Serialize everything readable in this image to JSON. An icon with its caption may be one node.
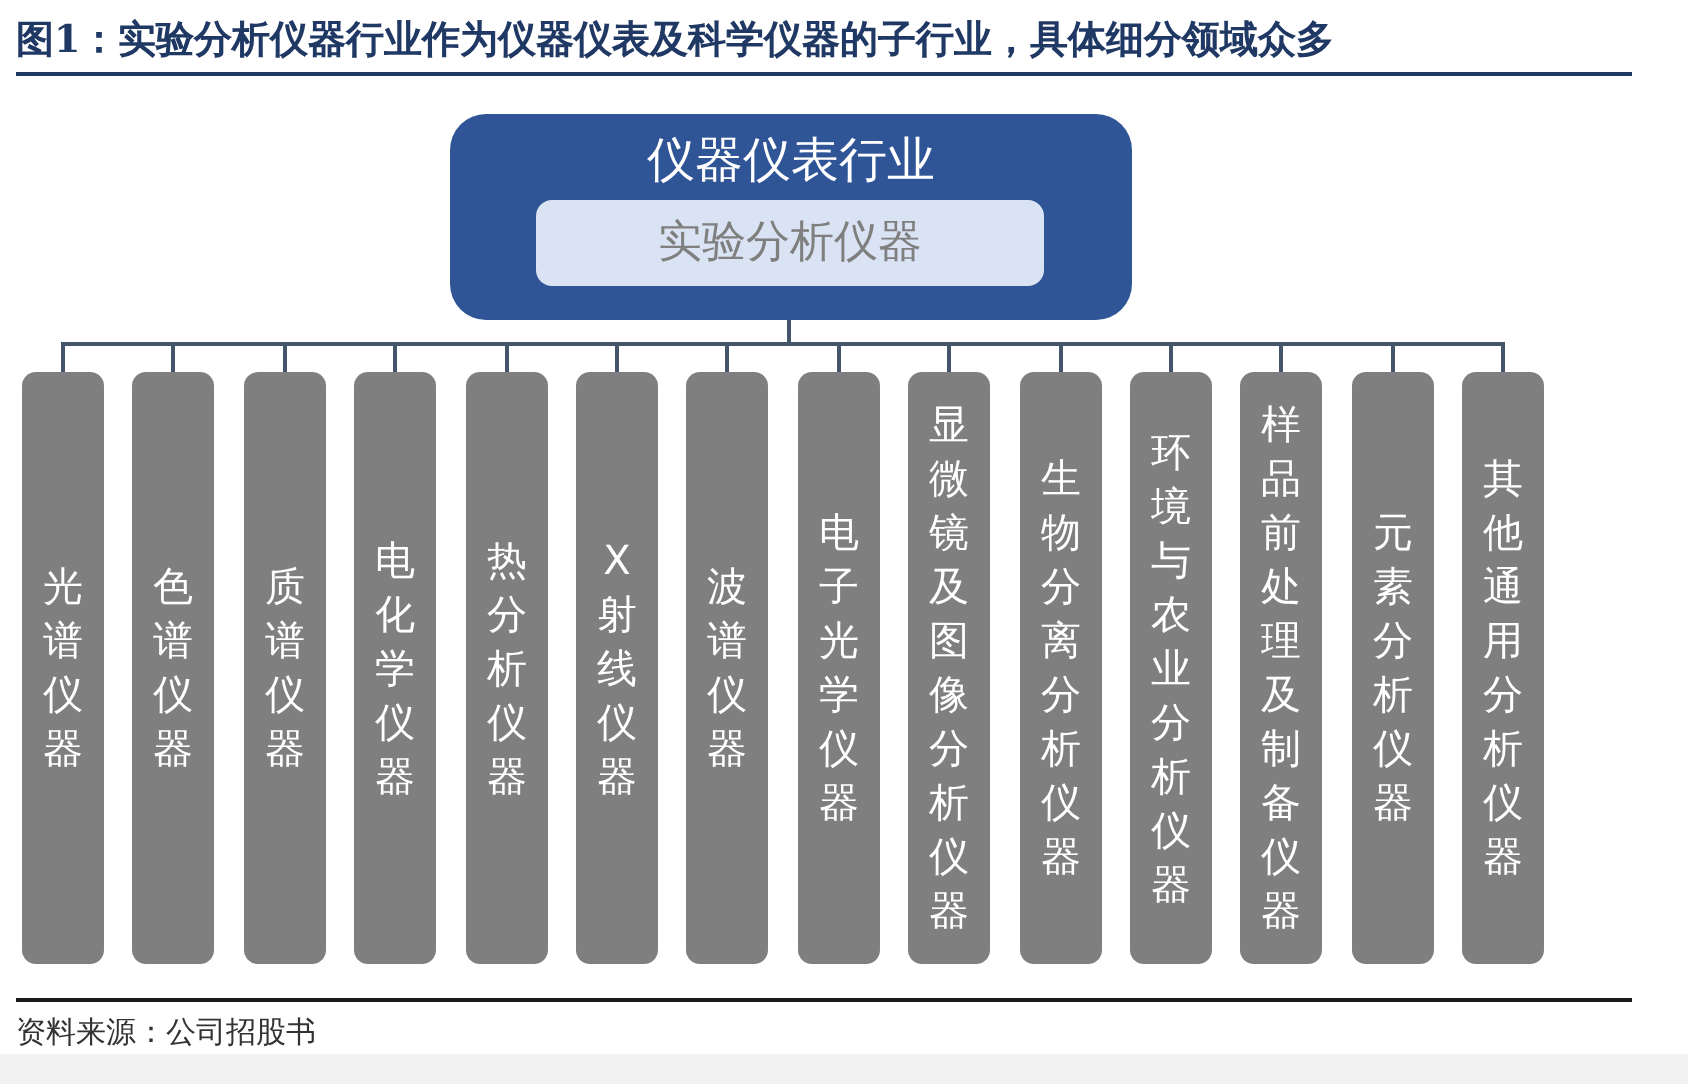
{
  "diagram": {
    "title": "图1：实验分析仪器行业作为仪器仪表及科学仪器的子行业，具体细分领域众多",
    "caption": "资料来源：公司招股书",
    "nodes": [
      {
        "text": [
          "仪器仪表行业"
        ]
      },
      {
        "text": [
          "实验分析仪器"
        ],
        "in": 0
      },
      {
        "text": [
          "光谱仪器"
        ]
      },
      {
        "text": [
          "色谱仪器"
        ]
      },
      {
        "text": [
          "质谱仪器"
        ]
      },
      {
        "text": [
          "电化学仪器"
        ]
      },
      {
        "text": [
          "热分析仪器"
        ]
      },
      {
        "text": [
          "X射线仪器"
        ]
      },
      {
        "text": [
          "波谱仪器"
        ]
      },
      {
        "text": [
          "电子光学仪器"
        ]
      },
      {
        "text": [
          "显微镜及图像分析仪器"
        ]
      },
      {
        "text": [
          "生物分离分析仪器"
        ]
      },
      {
        "text": [
          "环境与农业分析仪器"
        ]
      },
      {
        "text": [
          "样品前处理及制备仪器"
        ]
      },
      {
        "text": [
          "元素分析仪器"
        ]
      },
      {
        "text": [
          "其他通用分析仪器"
        ]
      }
    ],
    "edges": [
      {
        "from": 0,
        "to": 2,
        "arrow": "none"
      },
      {
        "from": 0,
        "to": 3,
        "arrow": "none"
      },
      {
        "from": 0,
        "to": 4,
        "arrow": "none"
      },
      {
        "from": 0,
        "to": 5,
        "arrow": "none"
      },
      {
        "from": 0,
        "to": 6,
        "arrow": "none"
      },
      {
        "from": 0,
        "to": 7,
        "arrow": "none"
      },
      {
        "from": 0,
        "to": 8,
        "arrow": "none"
      },
      {
        "from": 0,
        "to": 9,
        "arrow": "none"
      },
      {
        "from": 0,
        "to": 10,
        "arrow": "none"
      },
      {
        "from": 0,
        "to": 11,
        "arrow": "none"
      },
      {
        "from": 0,
        "to": 12,
        "arrow": "none"
      },
      {
        "from": 0,
        "to": 13,
        "arrow": "none"
      },
      {
        "from": 0,
        "to": 14,
        "arrow": "none"
      },
      {
        "from": 0,
        "to": 15,
        "arrow": "none"
      }
    ]
  }
}
